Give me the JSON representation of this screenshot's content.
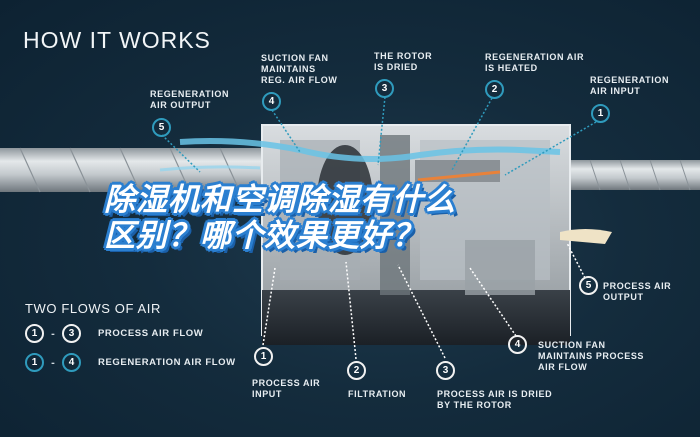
{
  "header": {
    "title": "HOW IT WORKS"
  },
  "overlay": {
    "line1": "除湿机和空调除湿有什么",
    "line2": "区别？哪个效果更好？"
  },
  "top_callouts": [
    {
      "number": "5",
      "label": "REGENERATION\nAIR OUTPUT"
    },
    {
      "number": "4",
      "label": "SUCTION FAN\nMAINTAINS\nREG. AIR FLOW"
    },
    {
      "number": "3",
      "label": "THE ROTOR\nIS DRIED"
    },
    {
      "number": "2",
      "label": "REGENERATION AIR\nIS HEATED"
    },
    {
      "number": "1",
      "label": "REGENERATION\nAIR INPUT"
    }
  ],
  "bottom_callouts": [
    {
      "number": "1",
      "label": "PROCESS AIR\nINPUT"
    },
    {
      "number": "2",
      "label": "FILTRATION"
    },
    {
      "number": "3",
      "label": "PROCESS AIR IS DRIED\nBY THE ROTOR"
    },
    {
      "number": "4",
      "label": "SUCTION FAN\nMAINTAINS PROCESS\nAIR FLOW"
    },
    {
      "number": "5",
      "label": "PROCESS AIR\nOUTPUT"
    }
  ],
  "legend": {
    "title": "TWO FLOWS OF AIR",
    "rows": [
      {
        "from": "1",
        "to": "3",
        "label": "PROCESS AIR FLOW",
        "color": "#ffffff"
      },
      {
        "from": "1",
        "to": "4",
        "label": "REGENERATION AIR FLOW",
        "color": "#2f9bbd"
      }
    ]
  },
  "colors": {
    "background": "#142c3d",
    "regeneration_accent": "#2f9bbd",
    "process_accent": "#ffffff",
    "overlay_stroke": "#2b7fd0",
    "heater": "#e8823a"
  }
}
